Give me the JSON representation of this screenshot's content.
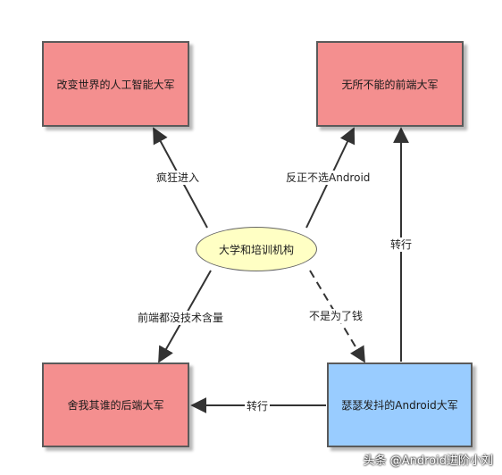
{
  "nodes": {
    "ai": "改变世界的人工智能大军",
    "frontend": "无所不能的前端大军",
    "center": "大学和培训机构",
    "backend": "舍我其谁的后端大军",
    "android": "瑟瑟发抖的Android大军"
  },
  "edges": {
    "crazy_enter": "疯狂进入",
    "not_android": "反正不选Android",
    "no_tech": "前端都没技术含量",
    "not_money": "不是为了钱",
    "switch_up": "转行",
    "switch_left": "转行"
  },
  "colors": {
    "red_box": "#f48f8f",
    "blue_box": "#99ccff",
    "ellipse": "#ffffc4"
  },
  "watermark": "头条 @Android进阶小刘"
}
